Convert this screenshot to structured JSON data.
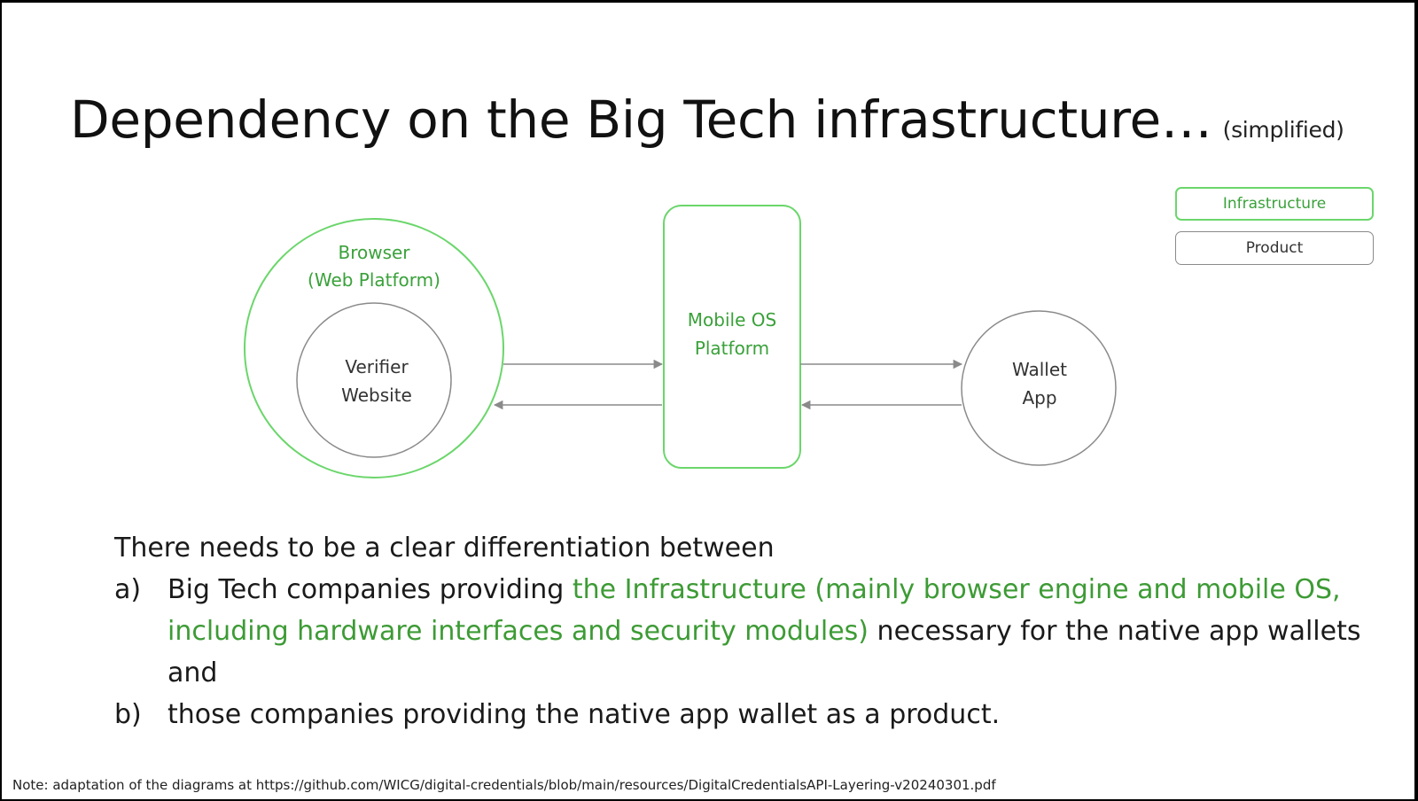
{
  "title": "Dependency on the Big Tech infrastructure…",
  "subtitle": "(simplified)",
  "legend": {
    "infrastructure": "Infrastructure",
    "product": "Product"
  },
  "colors": {
    "infrastructure": "#6bd66b",
    "infrastructure_text": "#3aa13a",
    "product": "#8a8a8a",
    "arrow": "#8a8a8a"
  },
  "diagram": {
    "browser": {
      "line1": "Browser",
      "line2": "(Web Platform)",
      "category": "infrastructure"
    },
    "verifier": {
      "line1": "Verifier",
      "line2": "Website",
      "category": "product"
    },
    "mobile_os": {
      "line1": "Mobile OS",
      "line2": "Platform",
      "category": "infrastructure"
    },
    "wallet": {
      "line1": "Wallet",
      "line2": "App",
      "category": "product"
    }
  },
  "body": {
    "intro": "There needs to be a clear differentiation between",
    "item_a": {
      "marker": "a)",
      "text_before": "Big Tech companies providing ",
      "text_green": "the Infrastructure (mainly browser engine and mobile OS, including hardware interfaces and security modules)",
      "text_after": " necessary for the native app wallets and"
    },
    "item_b": {
      "marker": "b)",
      "text": "those companies providing the native app wallet as a product."
    }
  },
  "note": "Note: adaptation of the diagrams at https://github.com/WICG/digital-credentials/blob/main/resources/DigitalCredentialsAPI-Layering-v20240301.pdf"
}
